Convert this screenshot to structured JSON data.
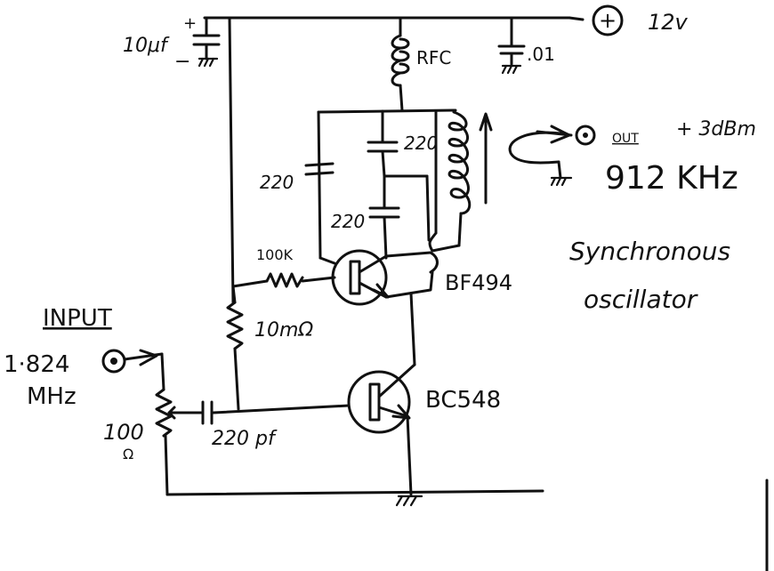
{
  "title": "Synchronous oscillator",
  "title_lines": [
    "Synchronous",
    "oscillator"
  ],
  "supply": {
    "symbol": "+",
    "label": "12v"
  },
  "input": {
    "label": "INPUT",
    "frequency_line1": "1·824",
    "frequency_line2": "MHz"
  },
  "output": {
    "label": "OUT",
    "level": "+ 3dBm",
    "frequency": "912 KHz"
  },
  "components": {
    "c_supply_bypass": {
      "value": "10μf",
      "plus": "+",
      "minus": "−"
    },
    "rfc": {
      "label": "RFC"
    },
    "c_bypass_01": {
      "value": ".01"
    },
    "c_tank_top": {
      "value": "220"
    },
    "c_tank_left": {
      "value": "220"
    },
    "c_tank_mid": {
      "value": "220"
    },
    "r_base": {
      "value": "100K"
    },
    "r_bias": {
      "value": "10mΩ"
    },
    "q_upper": {
      "part": "BF494"
    },
    "q_lower": {
      "part": "BC548"
    },
    "pot": {
      "value": "100",
      "unit": "Ω"
    },
    "c_input": {
      "value": "220 pf"
    }
  },
  "colors": {
    "ink": "#111111",
    "paper": "#ffffff"
  }
}
